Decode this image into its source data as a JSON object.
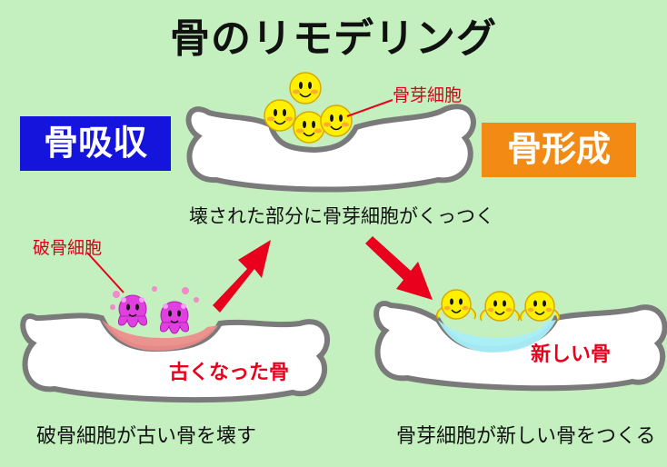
{
  "title": "骨のリモデリング",
  "left_box": "骨吸収",
  "right_box": "骨形成",
  "labels": {
    "osteoblast_top": "骨芽細胞",
    "osteoclast": "破骨細胞",
    "center_caption": "壊された部分に骨芽細胞がくっつく",
    "old_bone": "古くなった骨",
    "new_bone": "新しい骨",
    "left_caption": "破骨細胞が古い骨を壊す",
    "right_caption": "骨芽細胞が新しい骨をつくる"
  },
  "colors": {
    "background": "#c4f0c0",
    "resorption_box": "#1414dc",
    "formation_box": "#f38a14",
    "arrow": "#e8001c",
    "bone_fill": "#ffffff",
    "bone_outline": "#7a7a7a",
    "osteoblast": "#fff000",
    "osteoclast": "#e040e0",
    "resorbed_area": "#f08a8a",
    "new_bone_fill": "#a8eef8"
  }
}
